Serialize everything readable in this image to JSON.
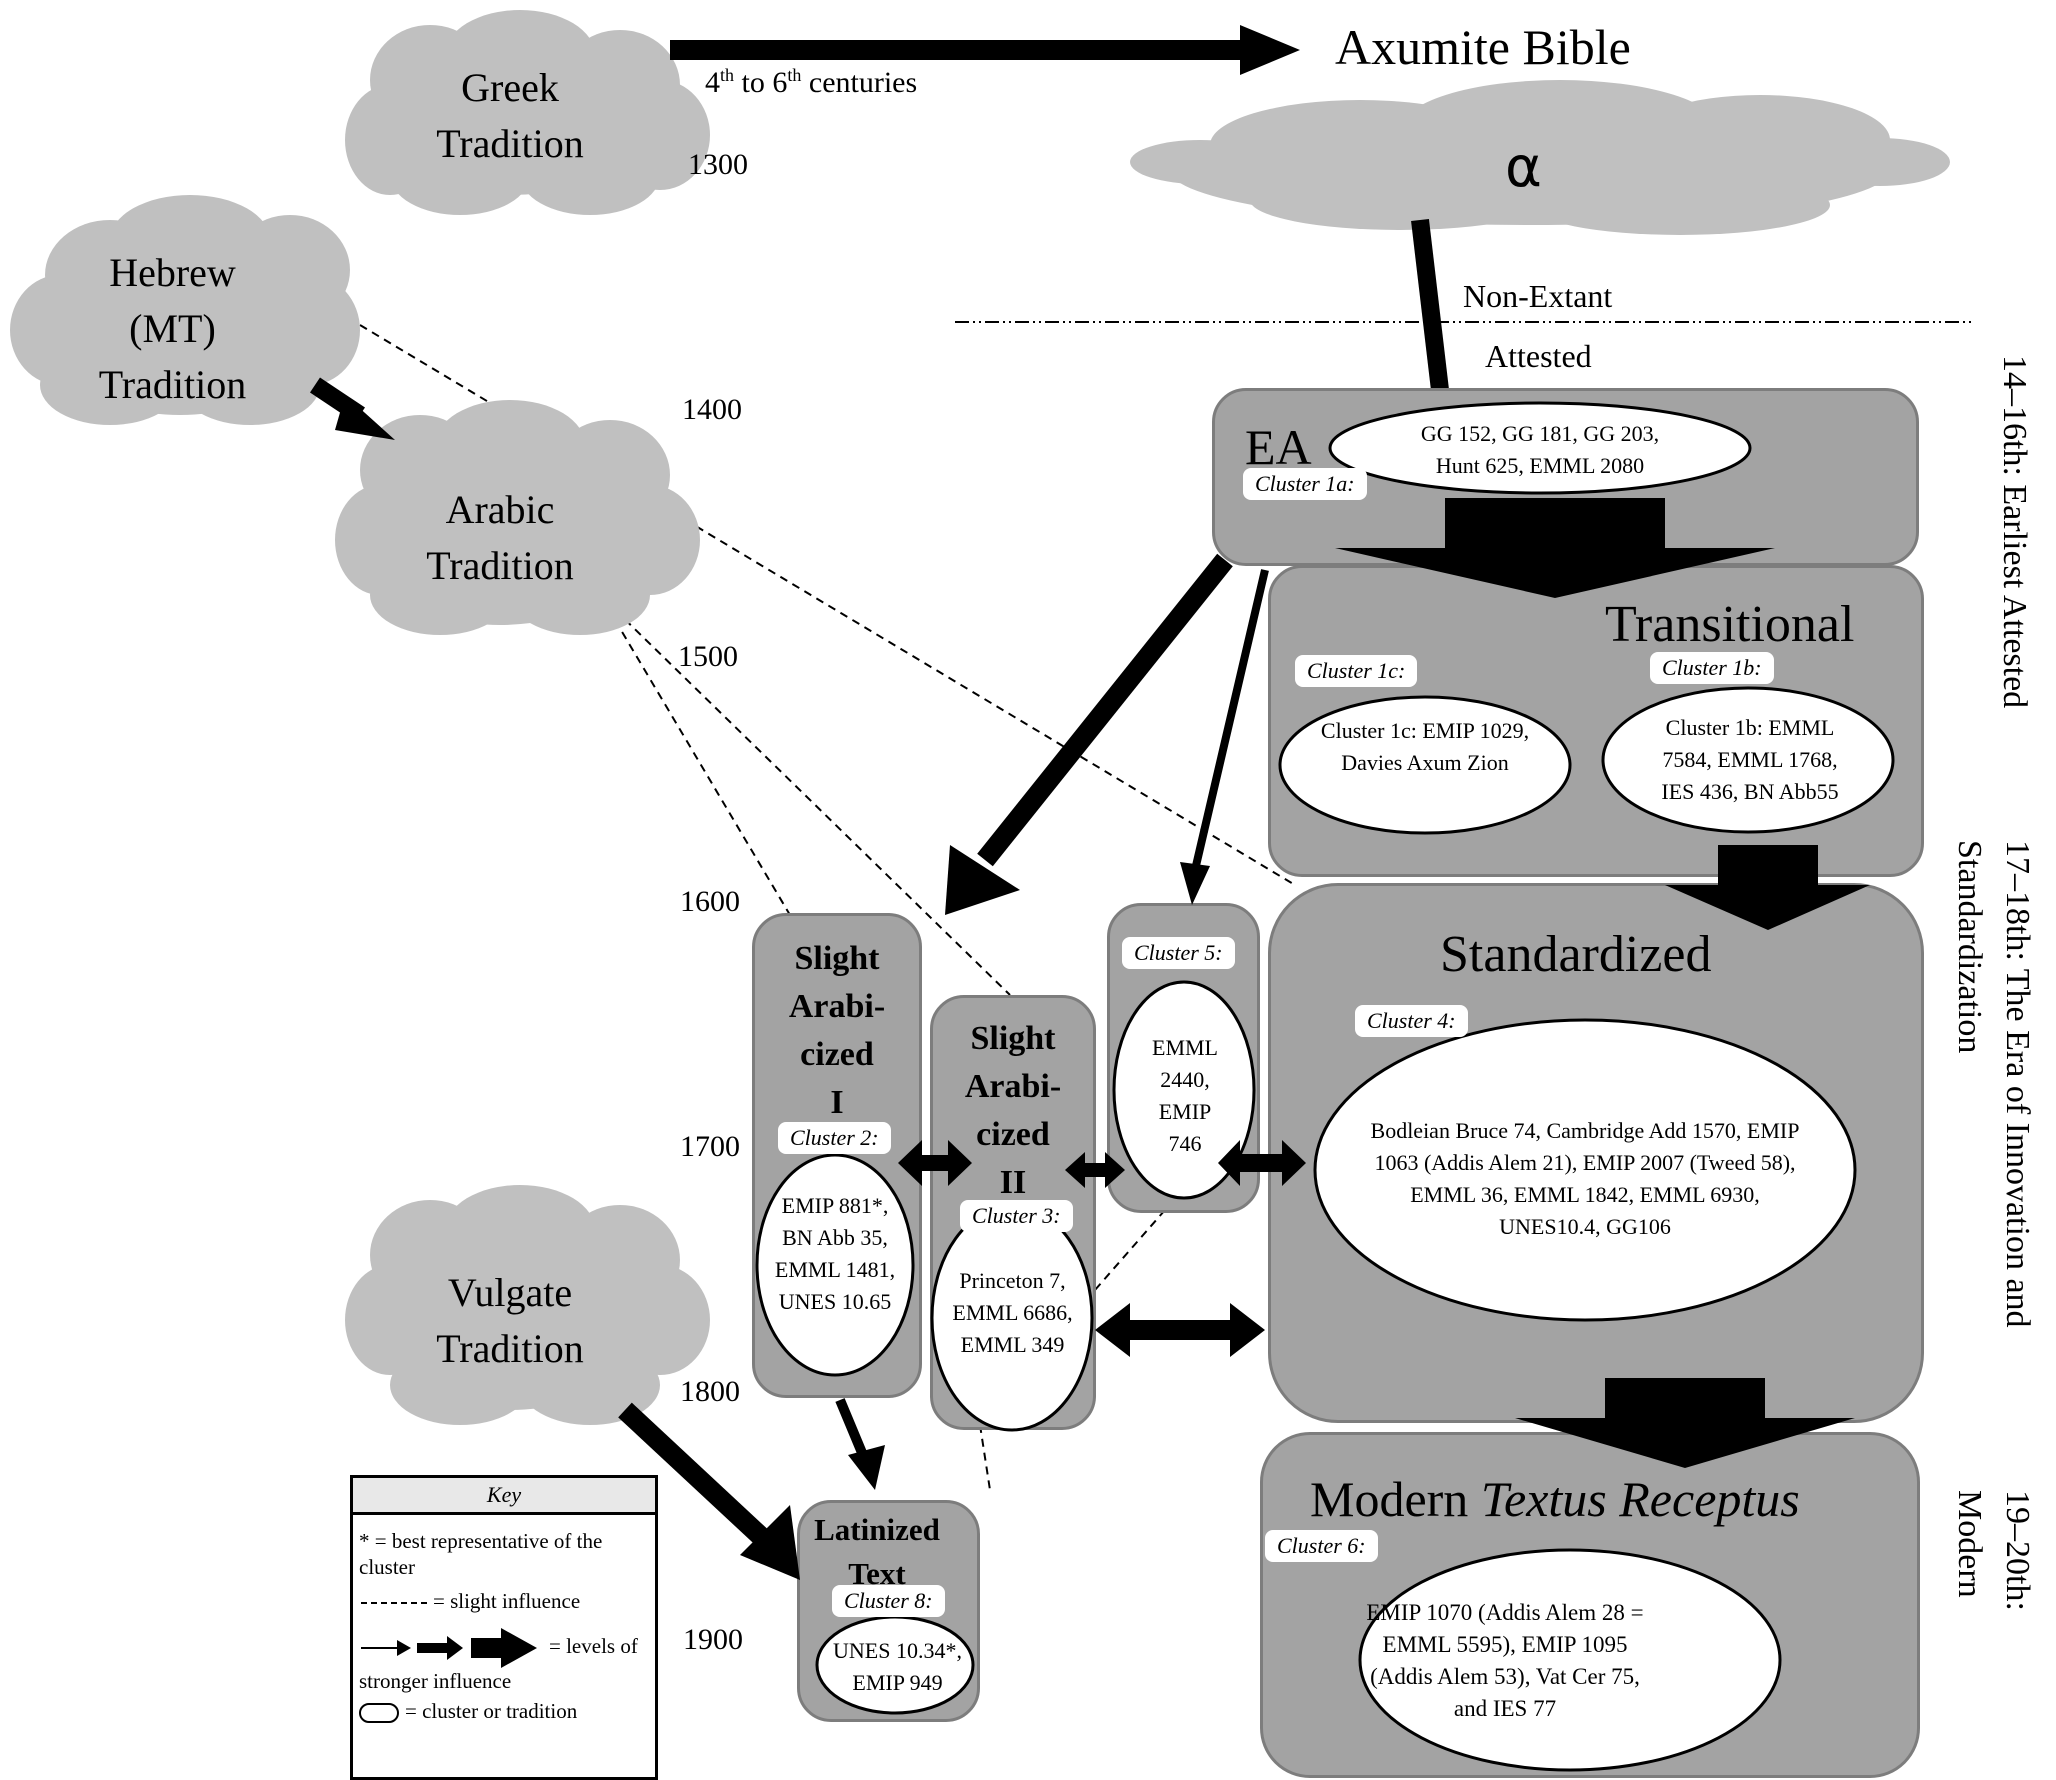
{
  "title": "Axumite Bible",
  "alpha_label": "α",
  "greek_route_label": "4th to 6th centuries",
  "non_extant_label": "Non-Extant",
  "attested_label": "Attested",
  "timeline_years": [
    "1300",
    "1400",
    "1500",
    "1600",
    "1700",
    "1800",
    "1900"
  ],
  "traditions": {
    "greek": "Greek Tradition",
    "hebrew": "Hebrew (MT) Tradition",
    "arabic": "Arabic Tradition",
    "vulgate": "Vulgate Tradition"
  },
  "groups": {
    "ea": {
      "title": "EA",
      "cluster_label": "Cluster 1a:",
      "manuscripts": "GG 152, GG 181, GG 203, Hunt 625, EMML 2080"
    },
    "transitional": {
      "title": "Transitional",
      "clusters": [
        {
          "label": "Cluster 1c:",
          "manuscripts": "Cluster 1c: EMIP 1029, Davies Axum Zion"
        },
        {
          "label": "Cluster 1b:",
          "manuscripts": "Cluster 1b: EMML 7584, EMML 1768, IES 436, BN Abb55"
        }
      ]
    },
    "slight_arabicized_1": {
      "title": "Slight Arabi-cized I",
      "cluster_label": "Cluster 2:",
      "manuscripts": "EMIP 881*, BN Abb 35, EMML 1481, UNES 10.65"
    },
    "slight_arabicized_2": {
      "title": "Slight Arabi-cized II",
      "cluster_label": "Cluster 3:",
      "manuscripts": "Princeton 7, EMML 6686, EMML 349"
    },
    "cluster5": {
      "cluster_label": "Cluster 5:",
      "manuscripts": "EMML 2440, EMIP 746"
    },
    "standardized": {
      "title": "Standardized",
      "cluster_label": "Cluster 4:",
      "manuscripts": "Bodleian Bruce 74, Cambridge Add 1570, EMIP 1063 (Addis Alem 21), EMIP 2007 (Tweed 58), EMML 36, EMML 1842, EMML 6930, UNES10.4, GG106"
    },
    "latinized": {
      "title": "Latinized Text",
      "cluster_label": "Cluster 8:",
      "manuscripts": "UNES 10.34*, EMIP 949"
    },
    "modern": {
      "title_plain": "Modern ",
      "title_italic": "Textus Receptus",
      "cluster_label": "Cluster 6:",
      "manuscripts": "EMIP 1070 (Addis Alem 28 = EMML 5595), EMIP 1095 (Addis Alem 53), Vat Cer 75, and IES 77"
    }
  },
  "eras": [
    {
      "range": "14–16th",
      "label": ": Earliest Attested"
    },
    {
      "range": "17–18th",
      "label": ": The Era of Innovation and Standardization"
    },
    {
      "range": "19–20th",
      "label": ": Modern"
    }
  ],
  "key": {
    "title": "Key",
    "asterisk": "* = best representative of the cluster",
    "dashed": "= slight influence",
    "arrows": "= levels of stronger influence",
    "cloud": "= cluster or tradition"
  },
  "colors": {
    "box_fill": "#a3a3a3",
    "box_border": "#7d7d7d",
    "tradition_cloud": "#c0c0c0",
    "cluster_cloud": "#ffffff",
    "arrow": "#000000"
  }
}
